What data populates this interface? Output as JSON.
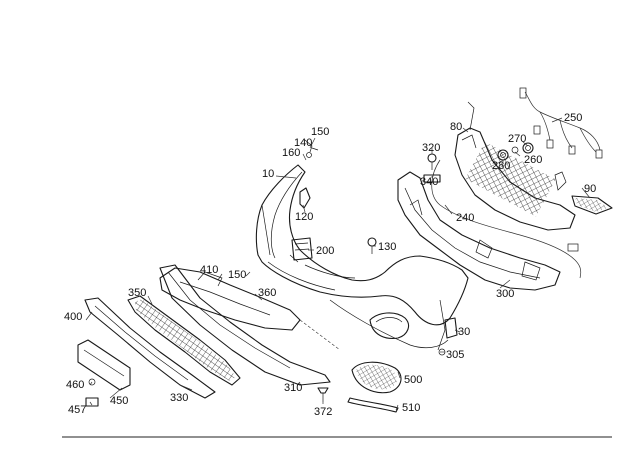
{
  "labels": {
    "p10": "10",
    "p30": "30",
    "p80": "80",
    "p90": "90",
    "p120": "120",
    "p130": "130",
    "p140": "140",
    "p150": "150",
    "p150b": "150",
    "p160": "160",
    "p200": "200",
    "p240": "240",
    "p250": "250",
    "p260": "260",
    "p270": "270",
    "p280": "280",
    "p300": "300",
    "p305": "305",
    "p310": "310",
    "p320": "320",
    "p330": "330",
    "p340": "340",
    "p350": "350",
    "p360": "360",
    "p372": "372",
    "p400": "400",
    "p410": "410",
    "p450": "450",
    "p457": "457",
    "p460": "460",
    "p500": "500",
    "p510": "510"
  }
}
